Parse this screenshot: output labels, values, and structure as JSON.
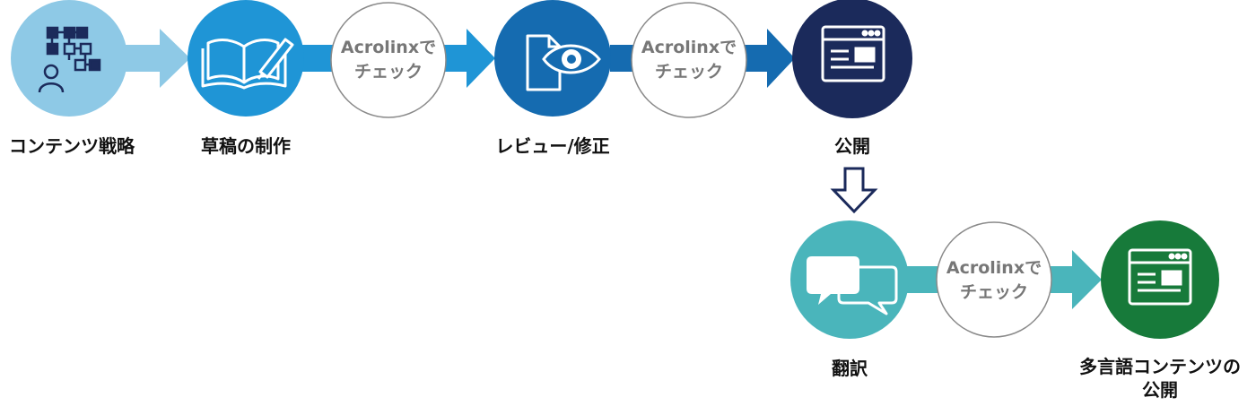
{
  "steps": {
    "strategy": {
      "label": "コンテンツ戦略",
      "color": "#8ec9e6"
    },
    "draft": {
      "label": "草稿の制作",
      "color": "#1f95d6"
    },
    "review": {
      "label": "レビュー/修正",
      "color": "#156bb0"
    },
    "publish": {
      "label": "公開",
      "color": "#1b2a5b"
    },
    "translate": {
      "label": "翻訳",
      "color": "#4ab5bb"
    },
    "multilingual": {
      "label_line1": "多言語コンテンツの",
      "label_line2": "公開",
      "color": "#177a3a"
    }
  },
  "check": {
    "line1": "Acrolinxで",
    "line2": "チェック"
  },
  "colors": {
    "check_border": "#8a8a8a",
    "check_text": "#777777",
    "down_arrow": "#1b2a5b"
  },
  "icons": {
    "strategy": "flowchart-person-icon",
    "draft": "book-pen-icon",
    "review": "document-eye-icon",
    "publish": "web-page-icon",
    "translate": "speech-bubbles-icon",
    "multilingual": "web-page-icon"
  }
}
